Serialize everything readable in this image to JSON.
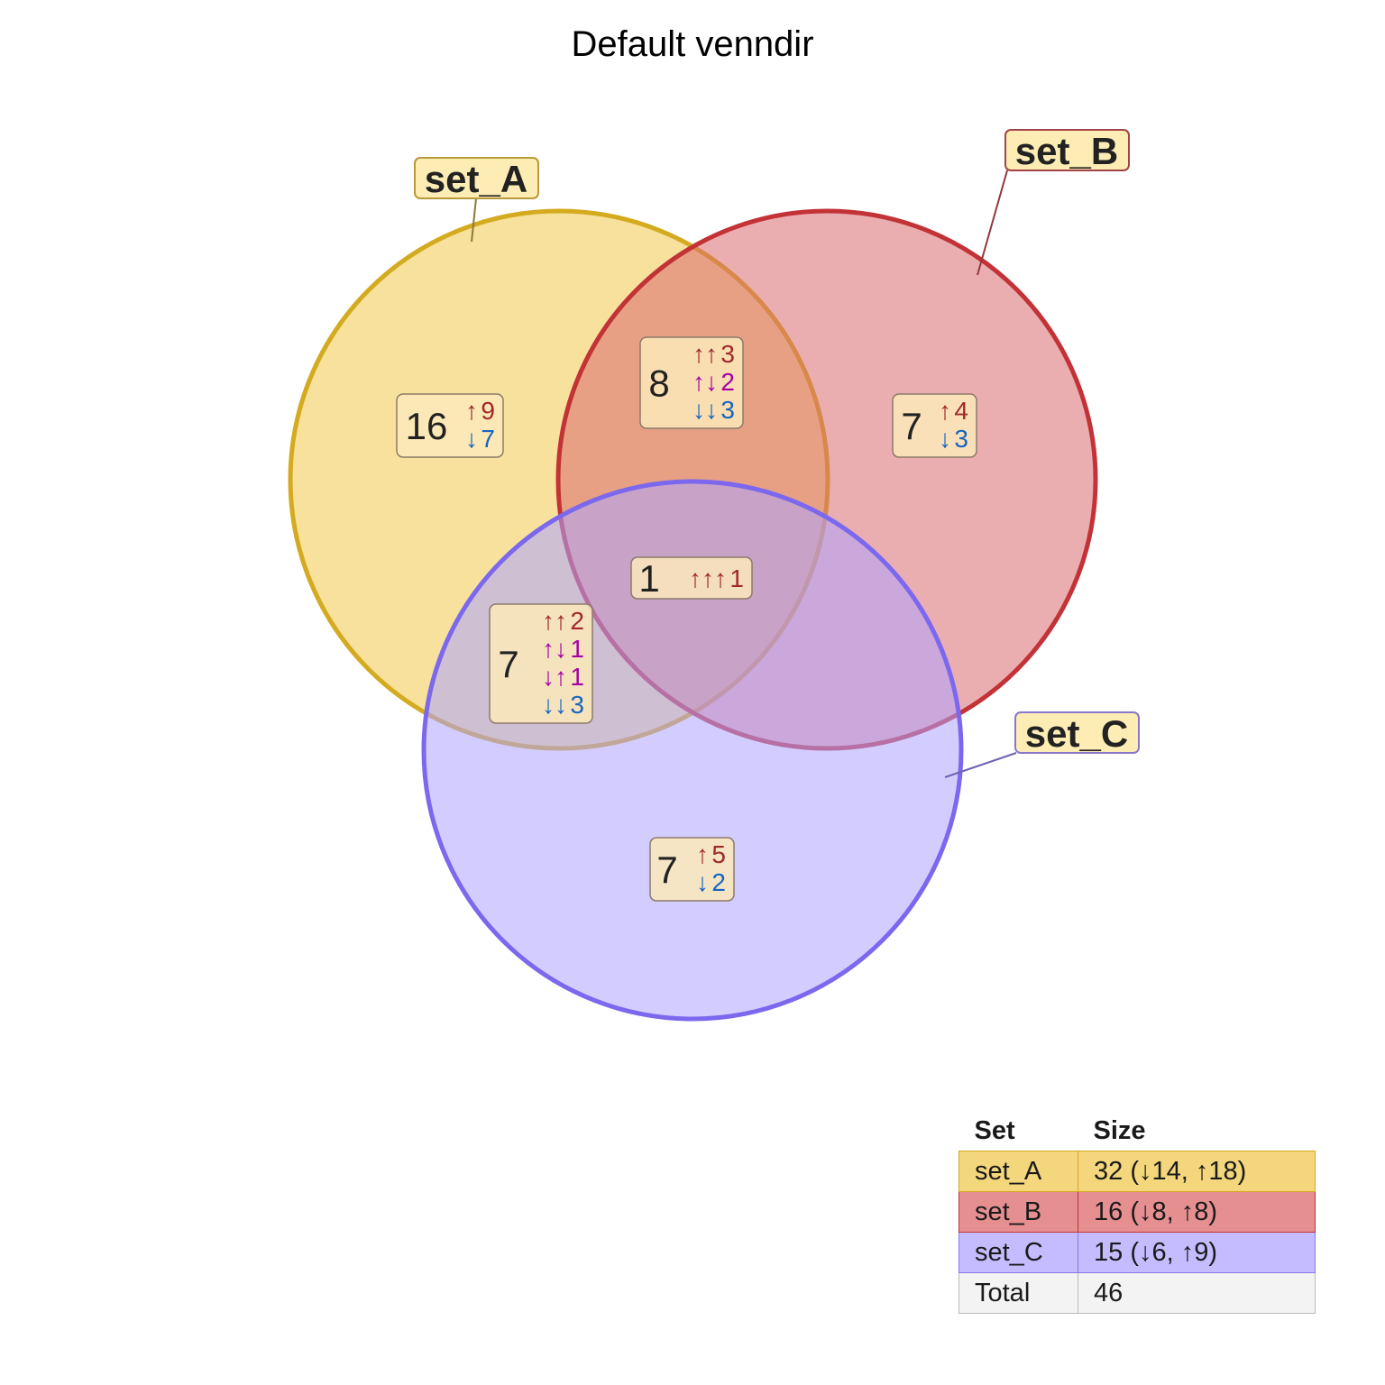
{
  "title": "Default venndir",
  "sets": [
    {
      "name": "set_A",
      "fill": "#F0C94A",
      "border": "#D4AA1F",
      "label_bg": "#FDEDB4",
      "label_border": "#B89A3A"
    },
    {
      "name": "set_B",
      "fill": "#DB6B6F",
      "border": "#C23236",
      "label_bg": "#FDEDB4",
      "label_border": "#A0444A"
    },
    {
      "name": "set_C",
      "fill": "#AFA4FF",
      "border": "#7B68EE",
      "label_bg": "#FDEDB4",
      "label_border": "#8877CC"
    }
  ],
  "regions": [
    {
      "id": "A_only",
      "total": "16",
      "rows": [
        {
          "arrows": "↑",
          "count": "9",
          "kind": "up"
        },
        {
          "arrows": "↓",
          "count": "7",
          "kind": "down"
        }
      ]
    },
    {
      "id": "B_only",
      "total": "7",
      "rows": [
        {
          "arrows": "↑",
          "count": "4",
          "kind": "up"
        },
        {
          "arrows": "↓",
          "count": "3",
          "kind": "down"
        }
      ]
    },
    {
      "id": "C_only",
      "total": "7",
      "rows": [
        {
          "arrows": "↑",
          "count": "5",
          "kind": "up"
        },
        {
          "arrows": "↓",
          "count": "2",
          "kind": "down"
        }
      ]
    },
    {
      "id": "AB",
      "total": "8",
      "rows": [
        {
          "arrows": "↑↑",
          "count": "3",
          "kind": "up"
        },
        {
          "arrows": "↑↓",
          "count": "2",
          "kind": "mix"
        },
        {
          "arrows": "↓↓",
          "count": "3",
          "kind": "down"
        }
      ]
    },
    {
      "id": "AC",
      "total": "7",
      "rows": [
        {
          "arrows": "↑↑",
          "count": "2",
          "kind": "up"
        },
        {
          "arrows": "↑↓",
          "count": "1",
          "kind": "mix"
        },
        {
          "arrows": "↓↑",
          "count": "1",
          "kind": "mix"
        },
        {
          "arrows": "↓↓",
          "count": "3",
          "kind": "down"
        }
      ]
    },
    {
      "id": "ABC",
      "total": "1",
      "rows": [
        {
          "arrows": "↑↑↑",
          "count": "1",
          "kind": "up"
        }
      ]
    }
  ],
  "legend": {
    "header_set": "Set",
    "header_size": "Size",
    "rows": [
      {
        "set": "set_A",
        "size": "32 (↓14, ↑18)",
        "bg": "#F4D77C",
        "border": "#D4AA1F"
      },
      {
        "set": "set_B",
        "size": "16 (↓8, ↑8)",
        "bg": "#E58F91",
        "border": "#C23236"
      },
      {
        "set": "set_C",
        "size": "15 (↓6, ↑9)",
        "bg": "#C5BCFF",
        "border": "#8877EE"
      },
      {
        "set": "Total",
        "size": "46",
        "bg": "#F3F3F3",
        "border": "#BBBBBB"
      }
    ]
  },
  "colors": {
    "up": "#A0272B",
    "down": "#1565C0",
    "mix": "#A400A4"
  }
}
